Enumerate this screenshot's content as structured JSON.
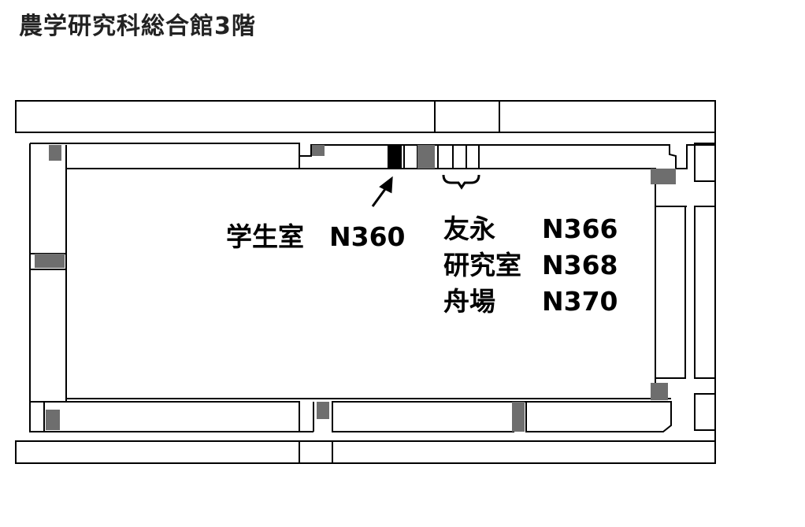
{
  "title": "農学研究科総合館3階",
  "student_room": {
    "name": "学生室",
    "number": "N360"
  },
  "lab_rooms": [
    {
      "name": "友永",
      "number": "N366"
    },
    {
      "name": "研究室",
      "number": "N368"
    },
    {
      "name": "舟場",
      "number": "N370"
    }
  ],
  "colors": {
    "wall": "#000000",
    "dark_fill": "#6e6e6e",
    "highlight_room": "#000000",
    "background": "#ffffff"
  }
}
